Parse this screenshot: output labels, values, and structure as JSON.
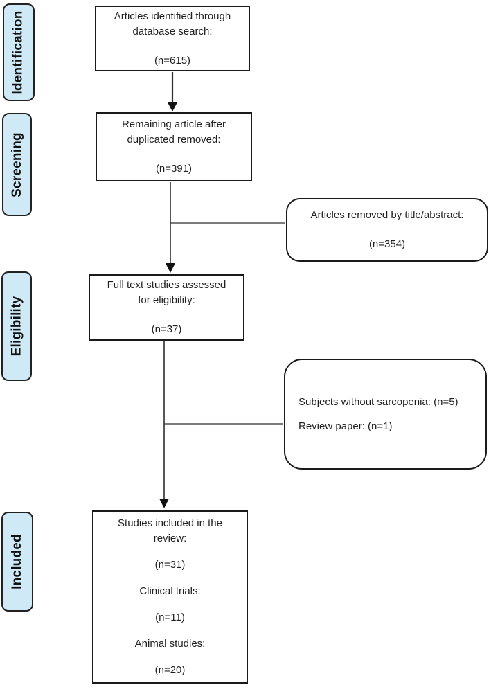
{
  "palette": {
    "stage_fill": "#cfe9f7",
    "stage_border": "#222222",
    "box_border": "#1a1a1a",
    "box_fill": "#ffffff",
    "text_color": "#1f1f1f",
    "connector_color": "#2e2e2e",
    "background": "#ffffff"
  },
  "stages": [
    {
      "label": "Identification"
    },
    {
      "label": "Screening"
    },
    {
      "label": "Eligibility"
    },
    {
      "label": "Included"
    }
  ],
  "nodes": {
    "identified": {
      "lines": [
        "Articles identified through",
        "database search:",
        "(n=615)"
      ],
      "count": 615
    },
    "dedup": {
      "lines": [
        "Remaining article after",
        "duplicated removed:",
        "(n=391)"
      ],
      "count": 391
    },
    "removed": {
      "lines": [
        "Articles removed by title/abstract:",
        "(n=354)"
      ],
      "count": 354
    },
    "fulltext": {
      "lines": [
        "Full text studies assessed",
        "for eligibility:",
        "(n=37)"
      ],
      "count": 37
    },
    "excluded": {
      "lines": [
        "Subjects without sarcopenia: (n=5)",
        "Review paper: (n=1)"
      ]
    },
    "included": {
      "lines": [
        "Studies included in the",
        "review:",
        "(n=31)",
        "Clinical trials:",
        "(n=11)",
        "Animal studies:",
        "(n=20)"
      ],
      "count": 31
    }
  }
}
